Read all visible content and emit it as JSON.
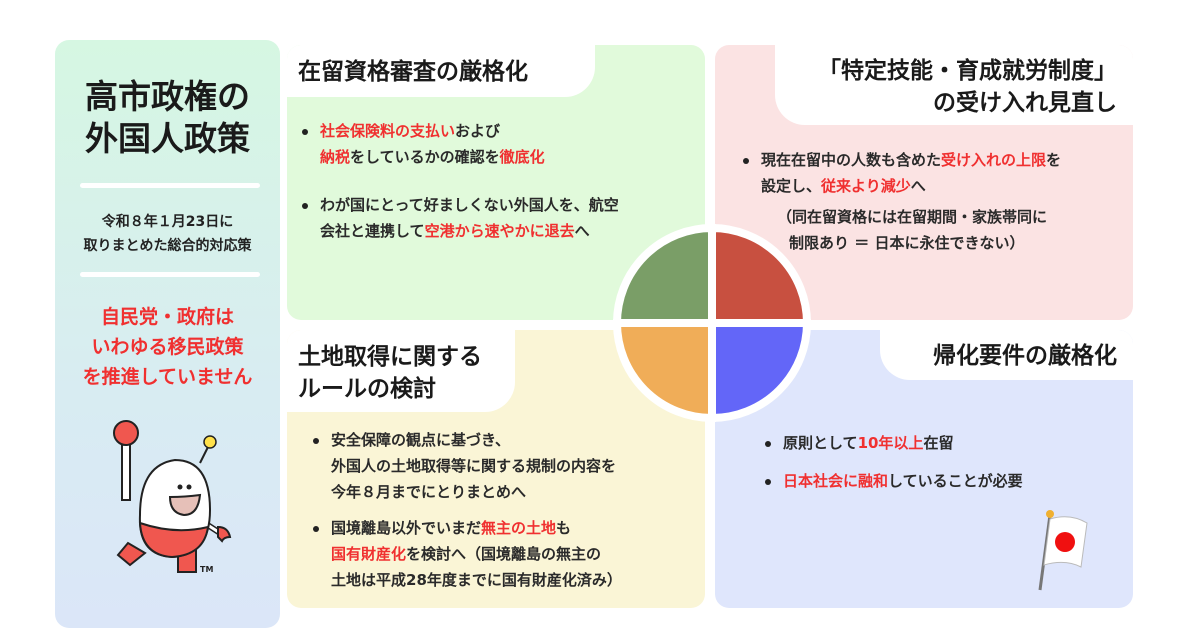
{
  "sidebar": {
    "title_lines": [
      "高市政権の",
      "外国人政策"
    ],
    "subtitle_lines": [
      "令和８年１月23日に",
      "取りまとめた総合的対応策"
    ],
    "statement_lines": [
      "自民党・政府は",
      "いわゆる移民政策",
      "を推進していません"
    ],
    "trademark": "TM"
  },
  "colors": {
    "highlight": "#f03030",
    "wedge_green": "#7a9e67",
    "wedge_red": "#c85040",
    "wedge_orange": "#f0ad58",
    "wedge_blue": "#6366f8"
  },
  "sections": {
    "residence": {
      "title_lines": [
        "在留資格審査の厳格化"
      ],
      "bullets": [
        [
          [
            {
              "t": "社会保険料の支払い",
              "r": 1
            },
            {
              "t": "および"
            }
          ],
          [
            {
              "t": "納税",
              "r": 1
            },
            {
              "t": "をしているかの確認を"
            },
            {
              "t": "徹底化",
              "r": 1
            }
          ]
        ],
        [
          [
            {
              "t": "わが国にとって好ましくない外国人を、航空"
            }
          ],
          [
            {
              "t": "会社と連携して"
            },
            {
              "t": "空港から速やかに退去",
              "r": 1
            },
            {
              "t": "へ"
            }
          ]
        ]
      ]
    },
    "skills": {
      "title_lines": [
        "「特定技能・育成就労制度」",
        "の受け入れ見直し"
      ],
      "bullets": [
        [
          [
            {
              "t": "現在在留中の人数も含めた"
            },
            {
              "t": "受け入れの上限",
              "r": 1
            },
            {
              "t": "を"
            }
          ],
          [
            {
              "t": "設定し、"
            },
            {
              "t": "従来より減少",
              "r": 1
            },
            {
              "t": "へ"
            }
          ]
        ]
      ],
      "note_lines": [
        "（同在留資格には在留期間・家族帯同に",
        "制限あり ＝ 日本に永住できない）"
      ]
    },
    "land": {
      "title_lines": [
        "土地取得に関する",
        "ルールの検討"
      ],
      "bullets": [
        [
          [
            {
              "t": "安全保障の観点に基づき、"
            }
          ],
          [
            {
              "t": "外国人の土地取得等に関する規制の内容を"
            }
          ],
          [
            {
              "t": "今年８月までにとりまとめへ"
            }
          ]
        ],
        [
          [
            {
              "t": "国境離島以外でいまだ"
            },
            {
              "t": "無主の土地",
              "r": 1
            },
            {
              "t": "も"
            }
          ],
          [
            {
              "t": "国有財産化",
              "r": 1
            },
            {
              "t": "を検討へ（国境離島の無主の"
            }
          ],
          [
            {
              "t": "土地は平成28年度までに国有財産化済み）"
            }
          ]
        ]
      ]
    },
    "naturalization": {
      "title_lines": [
        "帰化要件の厳格化"
      ],
      "bullets": [
        [
          [
            {
              "t": "原則として"
            },
            {
              "t": "10年以上",
              "r": 1
            },
            {
              "t": "在留"
            }
          ]
        ],
        [
          [
            {
              "t": "日本社会に融和",
              "r": 1
            },
            {
              "t": "していることが必要"
            }
          ]
        ]
      ]
    }
  }
}
